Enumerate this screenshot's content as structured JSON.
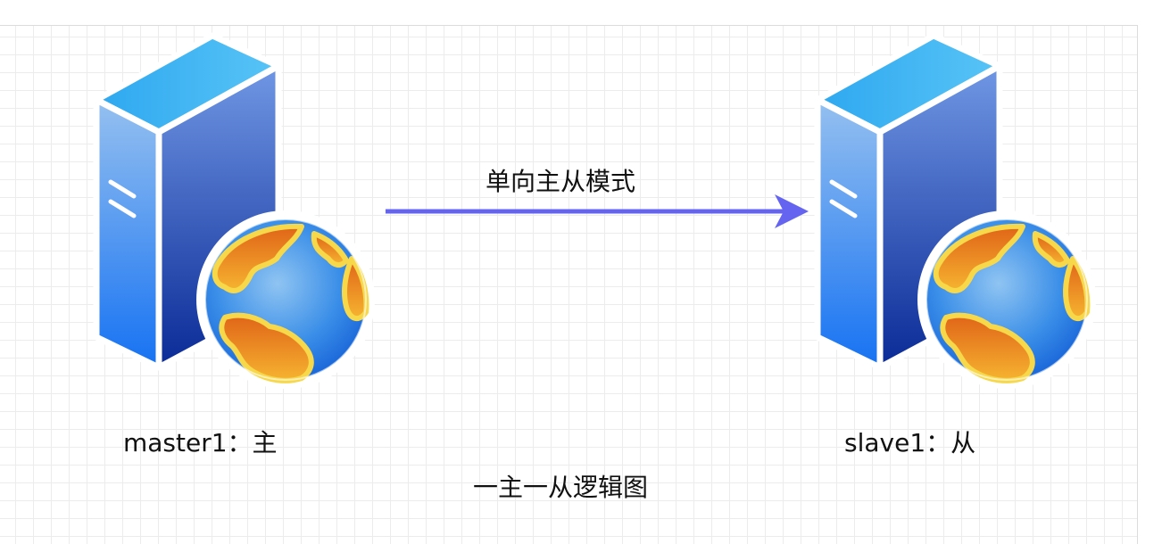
{
  "diagram": {
    "edge_label": "单向主从模式",
    "master_label": "master1：主",
    "slave_label": "slave1：从",
    "caption": "一主一从逻辑图",
    "colors": {
      "arrow": "#6464f0",
      "server_top": "#38b2f2",
      "server_front_top": "#8fb9ee",
      "server_front_bottom": "#1a74f0",
      "server_side_top": "#6e93e2",
      "server_side_bottom": "#0b2e9a",
      "globe_ocean": "#3a8ee8",
      "globe_land": "#f0a430",
      "globe_land_outline": "#f6d84a"
    },
    "icons": [
      "server-globe-icon",
      "server-globe-icon"
    ]
  }
}
